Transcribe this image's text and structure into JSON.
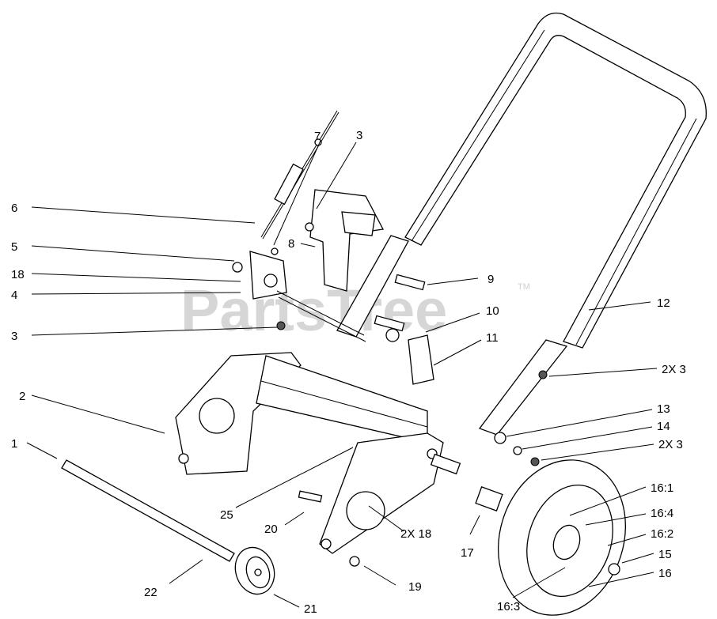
{
  "watermark": {
    "text": "PartsTree",
    "tm": "TM"
  },
  "callouts": [
    {
      "id": "c6",
      "text": "6"
    },
    {
      "id": "c7",
      "text": "7"
    },
    {
      "id": "c3a",
      "text": "3"
    },
    {
      "id": "c5",
      "text": "5"
    },
    {
      "id": "c8",
      "text": "8"
    },
    {
      "id": "c18",
      "text": "18"
    },
    {
      "id": "c9",
      "text": "9"
    },
    {
      "id": "c4",
      "text": "4"
    },
    {
      "id": "c12",
      "text": "12"
    },
    {
      "id": "c10",
      "text": "10"
    },
    {
      "id": "c3b",
      "text": "3"
    },
    {
      "id": "c11",
      "text": "11"
    },
    {
      "id": "c2x3a",
      "text": "2X 3"
    },
    {
      "id": "c2",
      "text": "2"
    },
    {
      "id": "c13",
      "text": "13"
    },
    {
      "id": "c14",
      "text": "14"
    },
    {
      "id": "c2x3b",
      "text": "2X 3"
    },
    {
      "id": "c1",
      "text": "1"
    },
    {
      "id": "c16_1",
      "text": "16:1"
    },
    {
      "id": "c25",
      "text": "25"
    },
    {
      "id": "c16_4",
      "text": "16:4"
    },
    {
      "id": "c20",
      "text": "20"
    },
    {
      "id": "c16_2",
      "text": "16:2"
    },
    {
      "id": "c2x18",
      "text": "2X 18"
    },
    {
      "id": "c17",
      "text": "17"
    },
    {
      "id": "c15",
      "text": "15"
    },
    {
      "id": "c16",
      "text": "16"
    },
    {
      "id": "c22",
      "text": "22"
    },
    {
      "id": "c19",
      "text": "19"
    },
    {
      "id": "c16_3",
      "text": "16:3"
    },
    {
      "id": "c21",
      "text": "21"
    }
  ]
}
